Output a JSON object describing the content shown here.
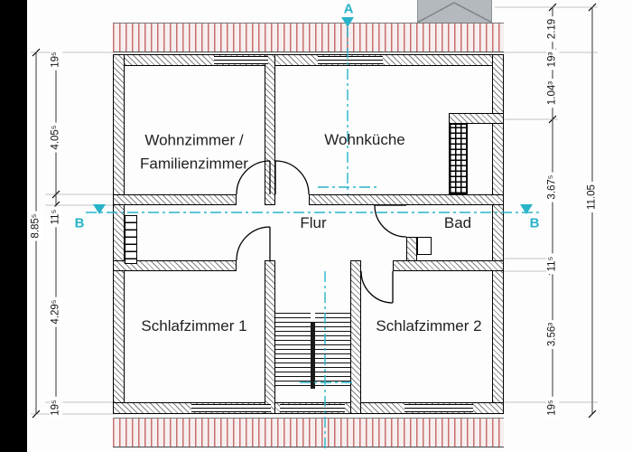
{
  "plan": {
    "rooms": {
      "living_room": {
        "line1": "Wohnzimmer /",
        "line2": "Familienzimmer"
      },
      "kitchen": "Wohnküche",
      "hallway": "Flur",
      "bathroom": "Bad",
      "bedroom1": "Schlafzimmer 1",
      "bedroom2": "Schlafzimmer 2"
    },
    "section_markers": {
      "a": "A",
      "b_left": "B",
      "b_right": "B"
    }
  },
  "dimensions": {
    "left_total": "8.85⁵",
    "left_chain": [
      "19⁵",
      "4.05⁵",
      "11⁵",
      "4.29⁵",
      "19⁵"
    ],
    "right_chain": [
      "2.19",
      "19³",
      "1.04³",
      "3.67⁵",
      "11⁵",
      "3.56³",
      "19⁵"
    ],
    "right_total": "11.05"
  },
  "colors": {
    "section-line": "#29b3c9",
    "roof-tile": "#c96e6e",
    "roof-tile-bg": "#f7efef",
    "roof-gray": "#b4b9bd",
    "label-text": "#1f1f1f"
  }
}
